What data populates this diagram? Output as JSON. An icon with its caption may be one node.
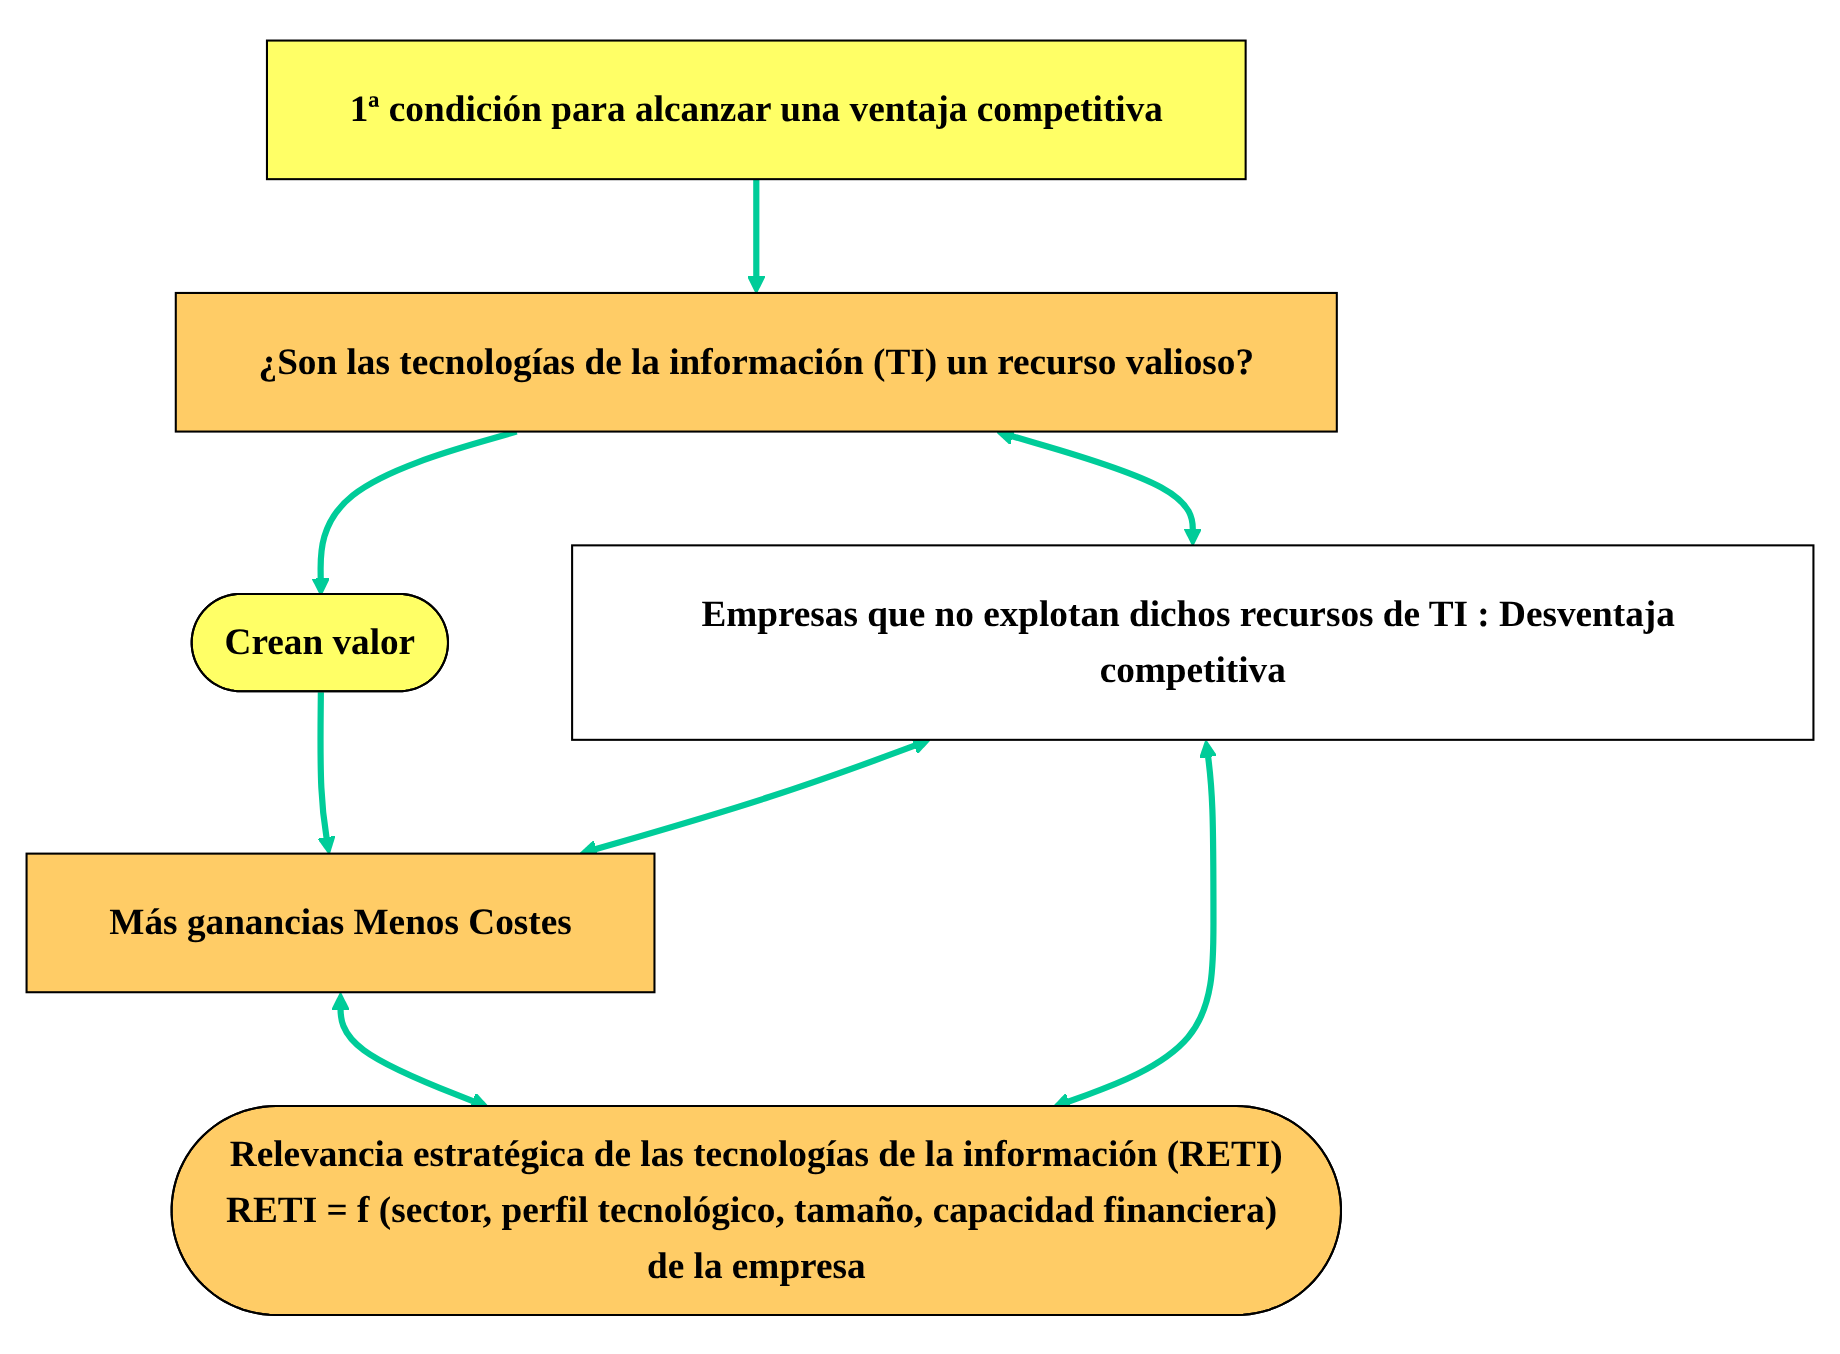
{
  "diagram": {
    "nodes": [
      {
        "text": [
          "1ª condición para alcanzar una ventaja competitiva"
        ]
      },
      {
        "text": [
          "¿Son las tecnologías de la información (TI) un recurso valioso?"
        ]
      },
      {
        "text": [
          "Crean valor"
        ]
      },
      {
        "text": [
          "Empresas que no explotan dichos recursos de TI : Desventaja competitiva"
        ]
      },
      {
        "text": [
          "Más ganancias Menos Costes"
        ]
      },
      {
        "text": [
          "Relevancia estratégica de las tecnologías de la información (RETI)",
          "RETI = f (sector, perfil tecnológico, tamaño, capacidad financiera) de la empresa"
        ]
      }
    ],
    "edges": [
      {
        "from": 0,
        "to": 1,
        "arrow": "to"
      },
      {
        "from": 1,
        "to": 2,
        "arrow": "to"
      },
      {
        "from": 1,
        "to": 3,
        "arrow": "both"
      },
      {
        "from": 2,
        "to": 4,
        "arrow": "to"
      },
      {
        "from": 3,
        "to": 4,
        "arrow": "both"
      },
      {
        "from": 3,
        "to": 5,
        "arrow": "both"
      },
      {
        "from": 4,
        "to": 5,
        "arrow": "both"
      }
    ]
  }
}
